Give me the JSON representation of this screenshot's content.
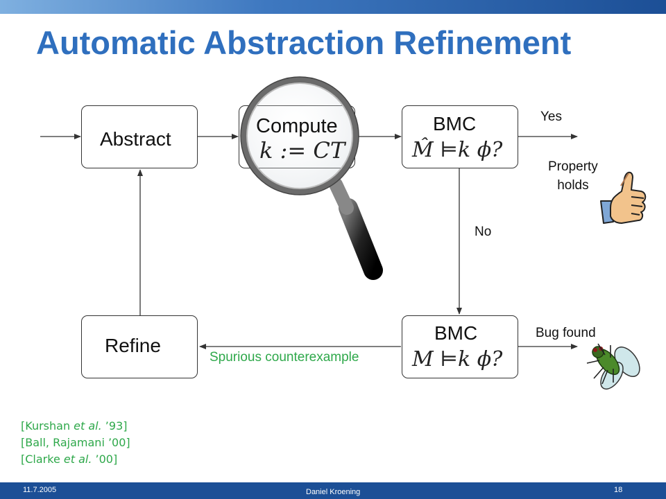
{
  "title": "Automatic Abstraction Refinement",
  "boxes": {
    "abstract": "Abstract",
    "compute": "Compute",
    "compute_formula": "k := CT",
    "bmc_top": "BMC",
    "bmc_top_formula": "M̂ ⊨k ϕ?",
    "bmc_bottom": "BMC",
    "bmc_bottom_formula": "M ⊨k ϕ?",
    "refine": "Refine"
  },
  "labels": {
    "yes": "Yes",
    "property_holds_1": "Property",
    "property_holds_2": "holds",
    "no": "No",
    "bug_found": "Bug found",
    "spurious": "Spurious counterexample"
  },
  "references": [
    {
      "pre": "[Kurshan ",
      "em": "et al.",
      "post": " ’93]"
    },
    {
      "pre": "[Ball, Rajamani ’00]",
      "em": "",
      "post": ""
    },
    {
      "pre": "[Clarke ",
      "em": "et al.",
      "post": " ’00]"
    }
  ],
  "footer": {
    "date": "11.7.2005",
    "author": "Daniel Kroening",
    "page": "18"
  },
  "colors": {
    "title": "#2f6fbe",
    "footer": "#1c4f96",
    "green": "#2ea84a"
  },
  "icons": [
    "magnifying-glass-icon",
    "thumbs-up-icon",
    "fly-icon"
  ]
}
